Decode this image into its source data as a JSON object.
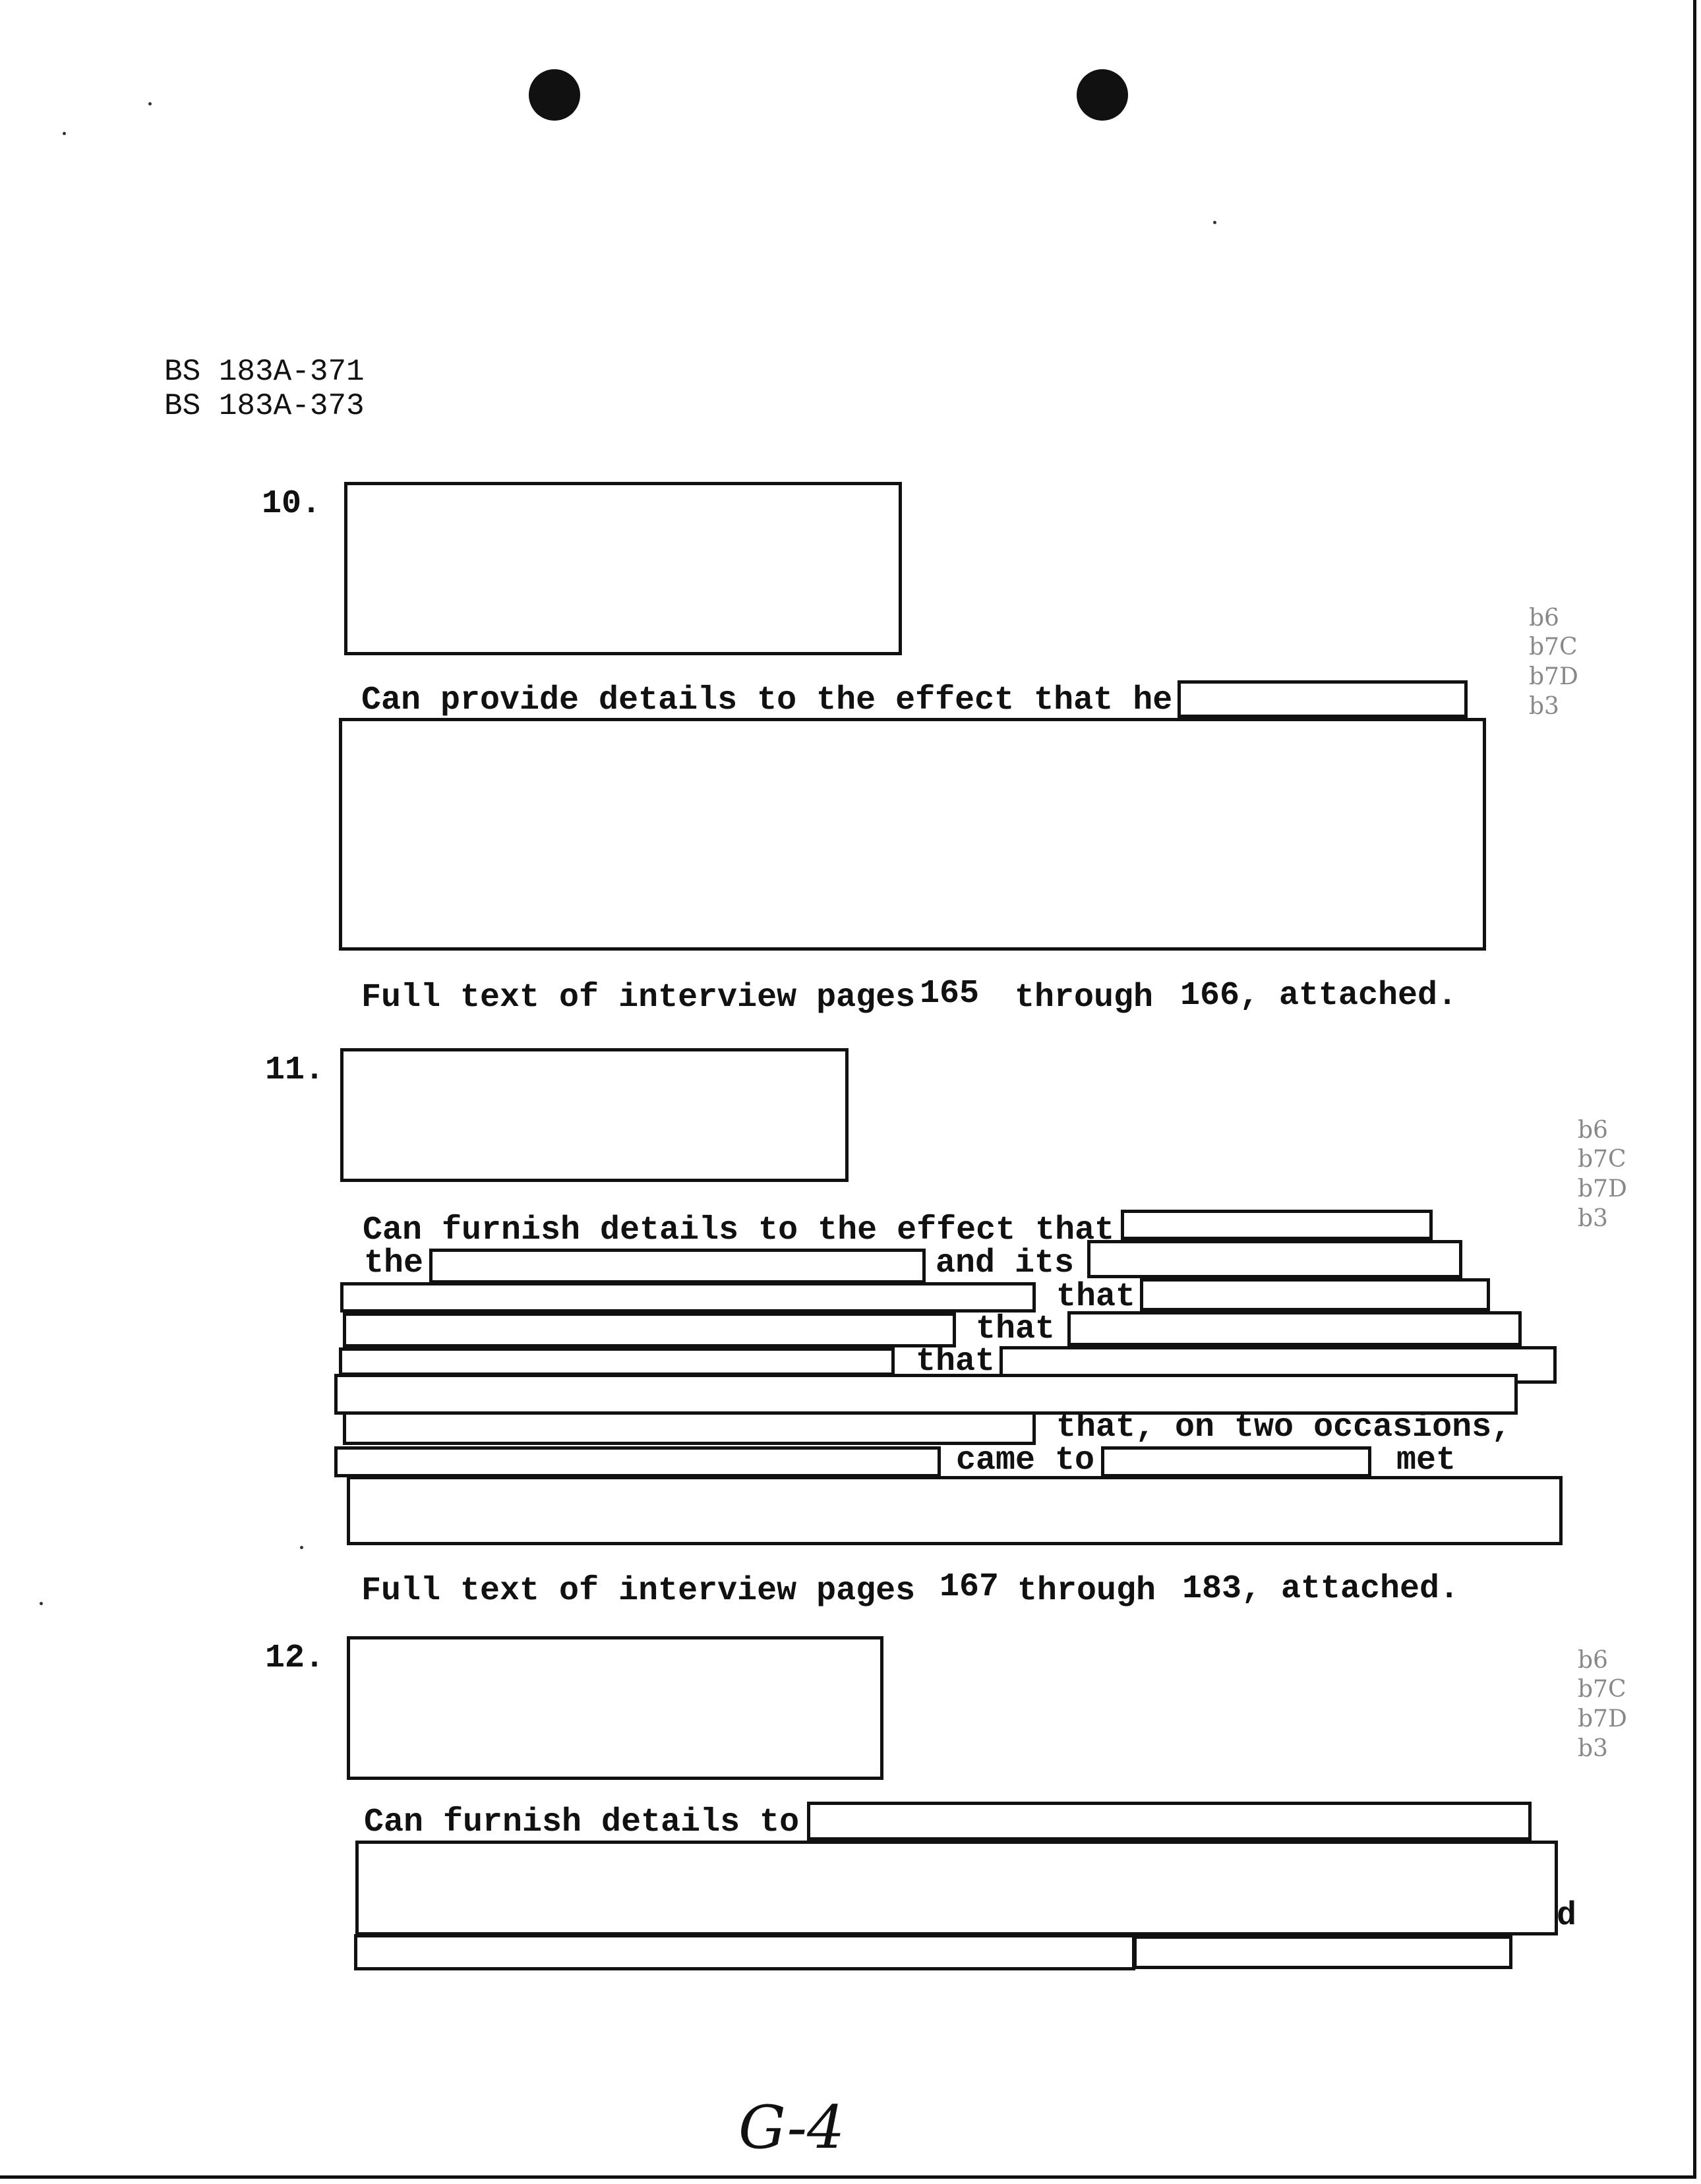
{
  "header": {
    "file_numbers": [
      "BS 183A-371",
      "BS 183A-373"
    ]
  },
  "exemption_codes": [
    "b6",
    "b7C",
    "b7D",
    "b3"
  ],
  "items": [
    {
      "number": "10.",
      "text_line": "Can provide details to the effect that he",
      "pages_prefix": "Full text of interview pages",
      "page_from": "165",
      "through": "through",
      "page_to": "166, attached."
    },
    {
      "number": "11.",
      "line1": "Can furnish details to the effect that",
      "line2a": "the",
      "line2b": "and its",
      "that1": "that",
      "that2": "that",
      "that3": "that",
      "line_occasions": "that, on two occasions,",
      "came_to": "came to",
      "met": "met",
      "pages_line": "Full text of interview pages",
      "page_from": "167",
      "through": "through",
      "page_to": "183, attached."
    },
    {
      "number": "12.",
      "line1": "Can furnish details to",
      "fragment": "d"
    }
  ],
  "footer": {
    "page_mark": "G-4"
  }
}
